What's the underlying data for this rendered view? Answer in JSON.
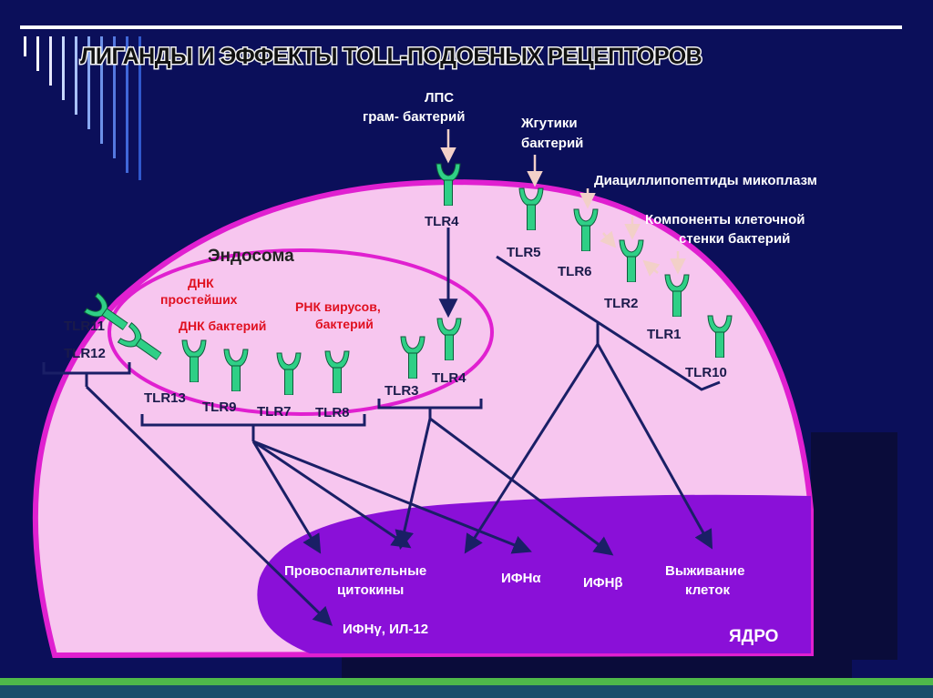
{
  "title": "ЛИГАНДЫ И ЭФФЕКТЫ TOLL-ПОДОБНЫХ РЕЦЕПТОРОВ",
  "endosome_label": "Эндосома",
  "nucleus_label": "ЯДРО",
  "ligands": {
    "lps_line1": "ЛПС",
    "lps_line2": "грам- бактерий",
    "flagella_line1": "Жгутики",
    "flagella_line2": "бактерий",
    "diacyl": "Диациллипопептиды микоплазм",
    "wall_line1": "Компоненты клеточной",
    "wall_line2": "стенки бактерий",
    "dna_protozoa_line1": "ДНК",
    "dna_protozoa_line2": "простейших",
    "dna_bacteria": "ДНК бактерий",
    "rna_line1": "РНК вирусов,",
    "rna_line2": "бактерий"
  },
  "receptors": {
    "tlr4_top": "TLR4",
    "tlr5": "TLR5",
    "tlr6": "TLR6",
    "tlr2": "TLR2",
    "tlr1": "TLR1",
    "tlr10": "TLR10",
    "tlr11": "TLR11",
    "tlr12": "TLR12",
    "tlr13": "TLR13",
    "tlr9": "TLR9",
    "tlr7": "TLR7",
    "tlr8": "TLR8",
    "tlr3": "TLR3",
    "tlr4_inner": "TLR4"
  },
  "effects": {
    "proinflam_line1": "Провоспалительные",
    "proinflam_line2": "цитокины",
    "ifn_alpha": "ИФНα",
    "ifn_beta": "ИФНβ",
    "survival_line1": "Выживание",
    "survival_line2": "клеток",
    "ifn_gamma": "ИФНγ, ИЛ-12"
  },
  "colors": {
    "background": "#0b0f5a",
    "cell": "#f7c6ef",
    "membrane": "#e020d0",
    "nucleus": "#8a10d8",
    "receptor": "#2fcf86",
    "arrow": "#1a1f66",
    "accent_red": "#e01020",
    "bottom_bar": "#4fb84a"
  }
}
